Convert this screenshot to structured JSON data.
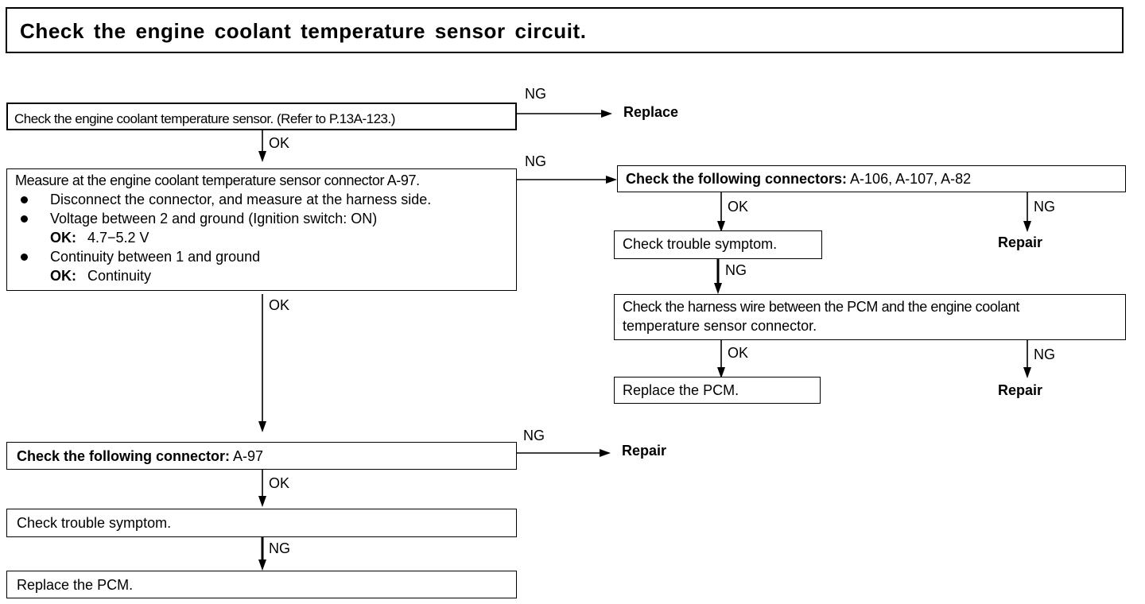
{
  "title": "Check the engine coolant temperature sensor circuit.",
  "boxes": {
    "check_sensor": "Check the engine coolant temperature sensor. (Refer to P.13A-123.)",
    "measure": {
      "heading": "Measure at the engine coolant temperature sensor connector A-97.",
      "bullet1": "Disconnect the connector, and measure at the harness side.",
      "bullet2": "Voltage between 2 and ground (Ignition switch: ON)",
      "ok_key": "OK:",
      "ok2": "4.7−5.2 V",
      "bullet3": "Continuity between 1 and ground",
      "ok3": "Continuity"
    },
    "check_connectors_right": {
      "label": "Check the following connectors:",
      "value": "A-106, A-107, A-82"
    },
    "trouble_right": "Check trouble symptom.",
    "harness": {
      "line1": "Check the harness wire between the PCM and the engine coolant",
      "line2": "temperature sensor connector."
    },
    "replace_pcm_right": "Replace the PCM.",
    "check_connector_a97": {
      "label": "Check the following connector:",
      "value": "A-97"
    },
    "trouble_left": "Check trouble symptom.",
    "replace_pcm_left": "Replace the PCM."
  },
  "labels": {
    "ng": "NG",
    "ok": "OK"
  },
  "results": {
    "replace": "Replace",
    "repair": "Repair"
  }
}
